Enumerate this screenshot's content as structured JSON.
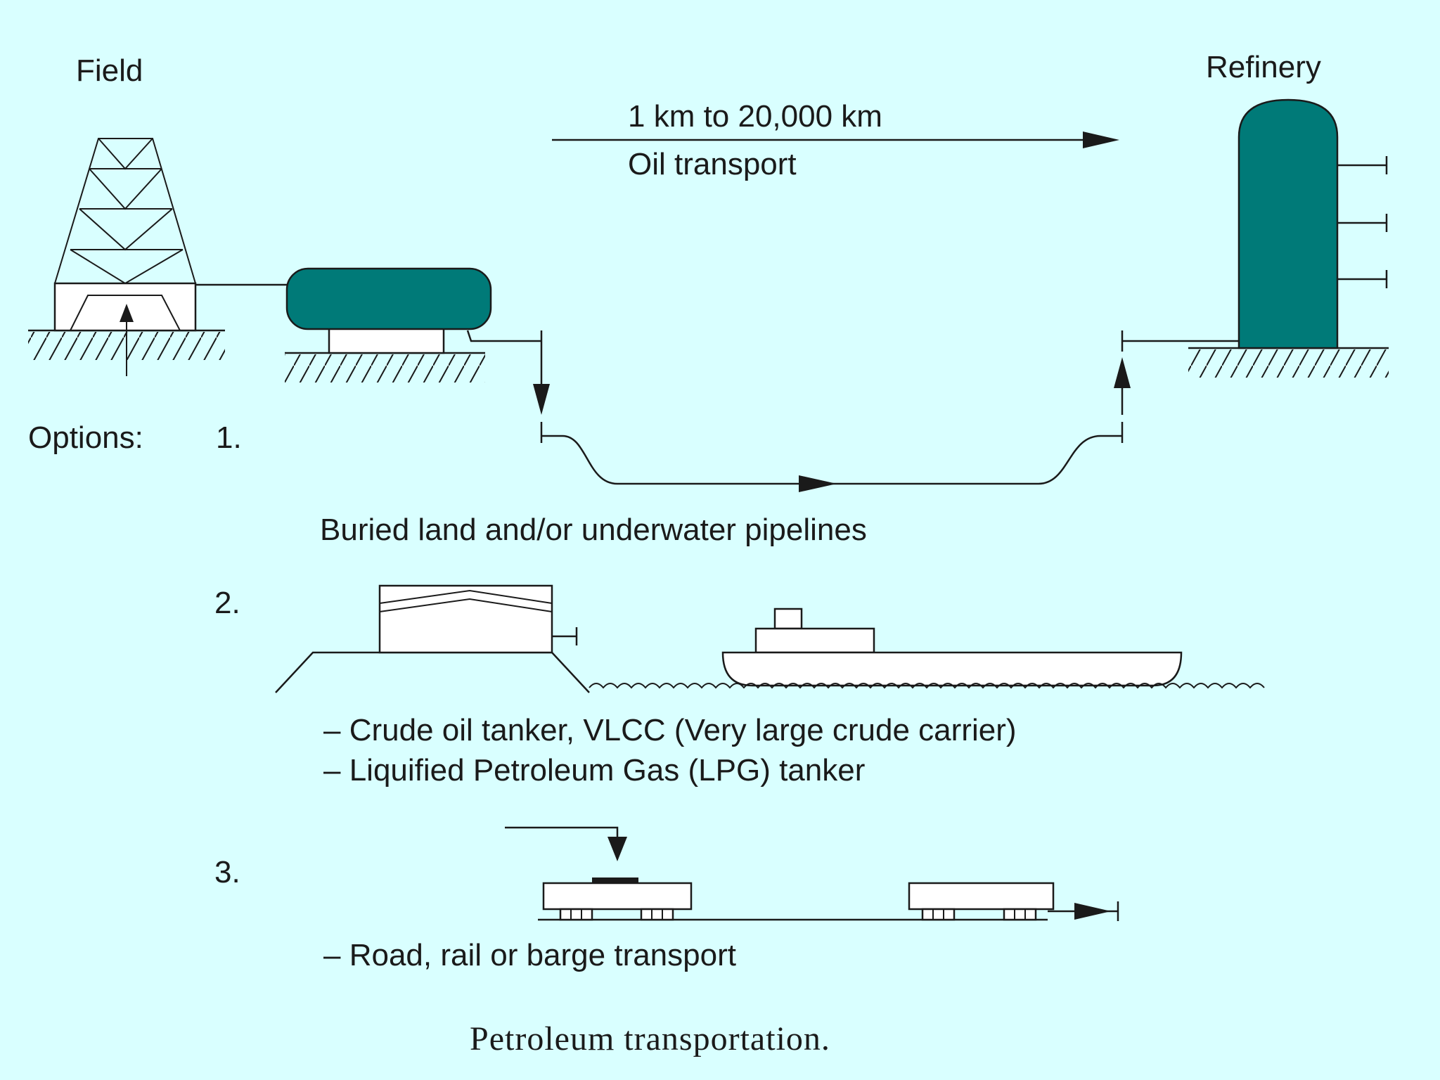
{
  "labels": {
    "field": "Field",
    "refinery": "Refinery",
    "distance": "1 km to 20,000 km",
    "oil_transport": "Oil transport",
    "options": "Options:",
    "option1_num": "1.",
    "option1_desc": "Buried land and/or underwater pipelines",
    "option2_num": "2.",
    "option2_line1": "– Crude oil tanker, VLCC (Very large crude carrier)",
    "option2_line2": "– Liquified Petroleum Gas (LPG) tanker",
    "option3_num": "3.",
    "option3_desc": "– Road, rail or barge transport",
    "caption": "Petroleum transportation."
  },
  "colors": {
    "background": "#d9ffff",
    "tank": "#007a78",
    "line": "#1a1a1a"
  }
}
